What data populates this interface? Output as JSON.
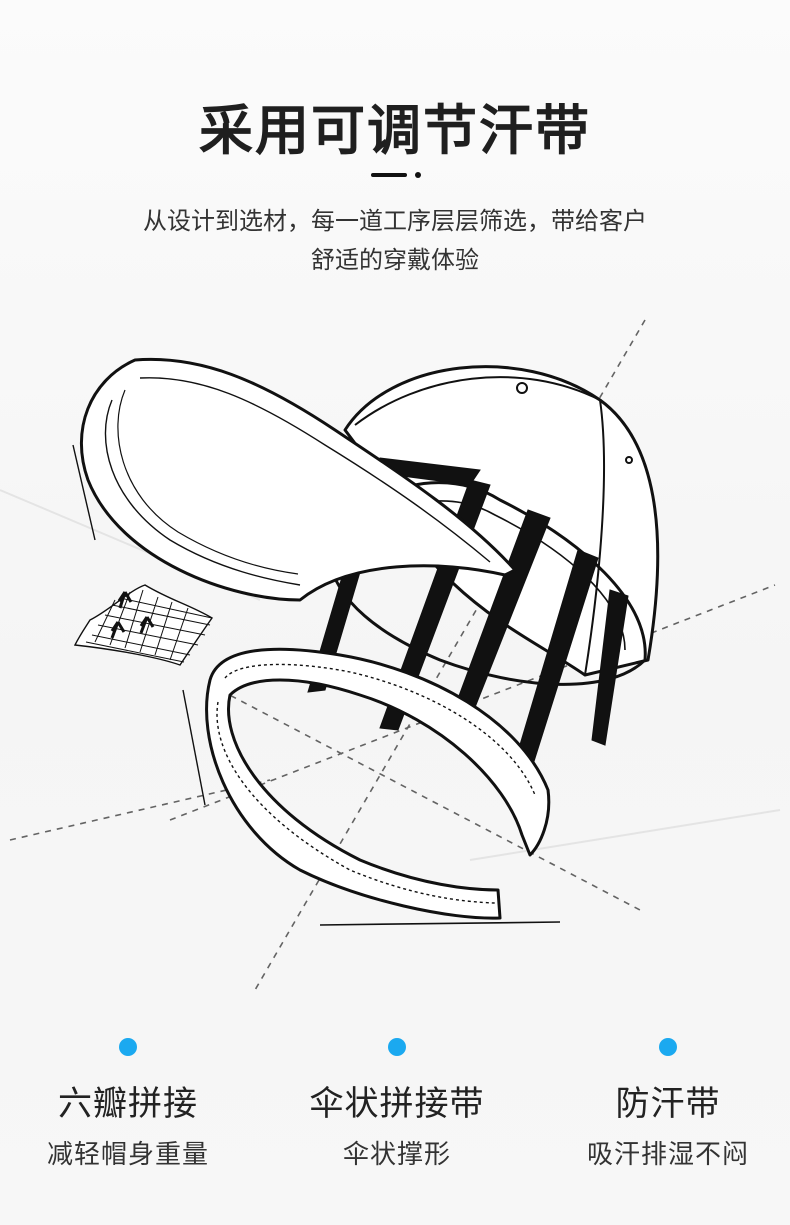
{
  "header": {
    "title": "采用可调节汗带",
    "subtitle_line1": "从设计到选材，每一道工序层层筛选，带给客户",
    "subtitle_line2": "舒适的穿戴体验"
  },
  "illustration": {
    "subject": "baseball-cap-exploded-line-drawing",
    "accent_color": "#111111"
  },
  "features": [
    {
      "title": "六瓣拼接",
      "desc": "减轻帽身重量"
    },
    {
      "title": "伞状拼接带",
      "desc": "伞状撑形"
    },
    {
      "title": "防汗带",
      "desc": "吸汗排湿不闷"
    }
  ],
  "colors": {
    "dot": "#1ba9f0",
    "text": "#222222",
    "background": "#f8f8f8"
  }
}
